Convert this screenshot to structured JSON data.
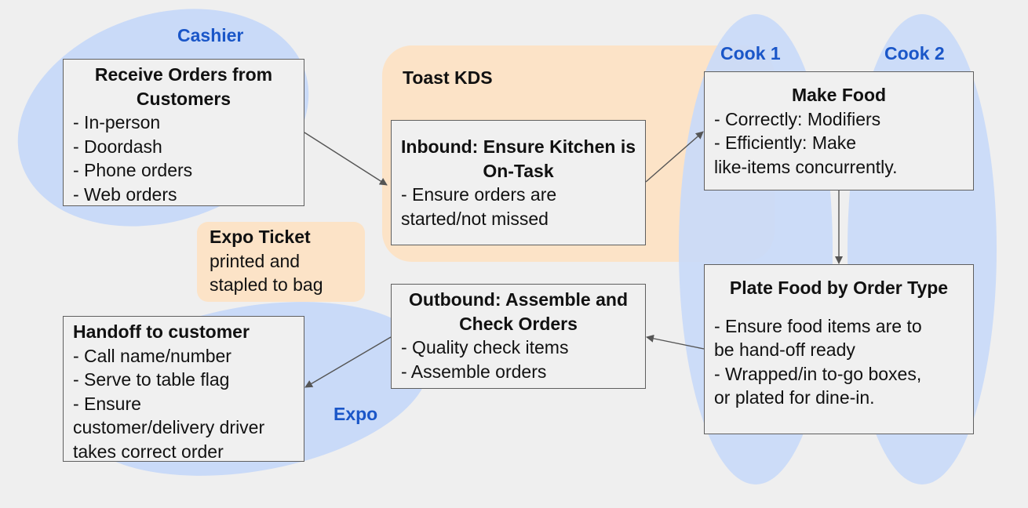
{
  "zones": {
    "cashier": "Cashier",
    "toast_kds": "Toast KDS",
    "cook1": "Cook 1",
    "cook2": "Cook 2",
    "expo": "Expo"
  },
  "boxes": {
    "receive": {
      "title": "Receive Orders from Customers",
      "lines": [
        "- In-person",
        "- Doordash",
        "- Phone orders",
        "- Web orders"
      ]
    },
    "inbound": {
      "title": "Inbound: Ensure Kitchen is On-Task",
      "lines": [
        "- Ensure orders are",
        "started/not missed"
      ]
    },
    "make": {
      "title": "Make Food",
      "lines": [
        "- Correctly: Modifiers",
        "- Efficiently: Make",
        "like-items concurrently."
      ]
    },
    "plate": {
      "title": "Plate Food by Order Type",
      "lines": [
        "- Ensure food items are to",
        "be hand-off ready",
        "- Wrapped/in to-go boxes,",
        "or plated for dine-in."
      ]
    },
    "outbound": {
      "title": "Outbound: Assemble and Check Orders",
      "lines": [
        "- Quality check items",
        "- Assemble orders"
      ]
    },
    "handoff": {
      "title": "Handoff to customer",
      "lines": [
        "- Call name/number",
        "- Serve to table flag",
        "- Ensure",
        "customer/delivery driver",
        "takes correct order"
      ]
    }
  },
  "expo_ticket": {
    "title": "Expo Ticket",
    "lines": [
      "printed and",
      "stapled to bag"
    ]
  },
  "colors": {
    "background": "#efefef",
    "zone_blue": "#c9daf8",
    "zone_orange": "#fce3c7",
    "label_blue": "#1a56c8",
    "box_border": "#5f5f5f",
    "arrow": "#555555"
  }
}
